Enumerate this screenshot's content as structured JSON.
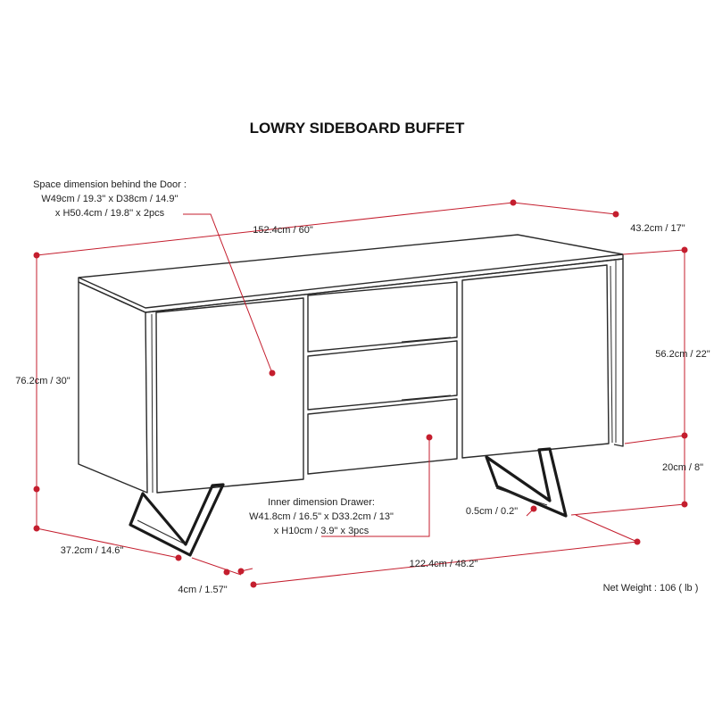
{
  "title": "LOWRY SIDEBOARD BUFFET",
  "dimensions": {
    "width": "152.4cm / 60\"",
    "depth": "43.2cm / 17\"",
    "height": "76.2cm / 30\"",
    "cabinet_height": "56.2cm / 22\"",
    "leg_height": "20cm / 8\"",
    "leg_depth": "37.2cm / 14.6\"",
    "leg_thickness": "4cm / 1.57\"",
    "leg_span": "122.4cm / 48.2\"",
    "leg_gap": "0.5cm / 0.2\""
  },
  "door_space": {
    "line1": "Space dimension behind the Door :",
    "line2": "W49cm / 19.3'' x D38cm / 14.9''",
    "line3": "x H50.4cm / 19.8'' x 2pcs"
  },
  "drawer_inner": {
    "line1": "Inner dimension Drawer:",
    "line2": "W41.8cm / 16.5\" x D33.2cm / 13\"",
    "line3": "x H10cm / 3.9\" x 3pcs"
  },
  "net_weight": "Net Weight : 106 ( lb )",
  "colors": {
    "dimension_line": "#c41e2e",
    "furniture_line": "#2a2a2a"
  }
}
